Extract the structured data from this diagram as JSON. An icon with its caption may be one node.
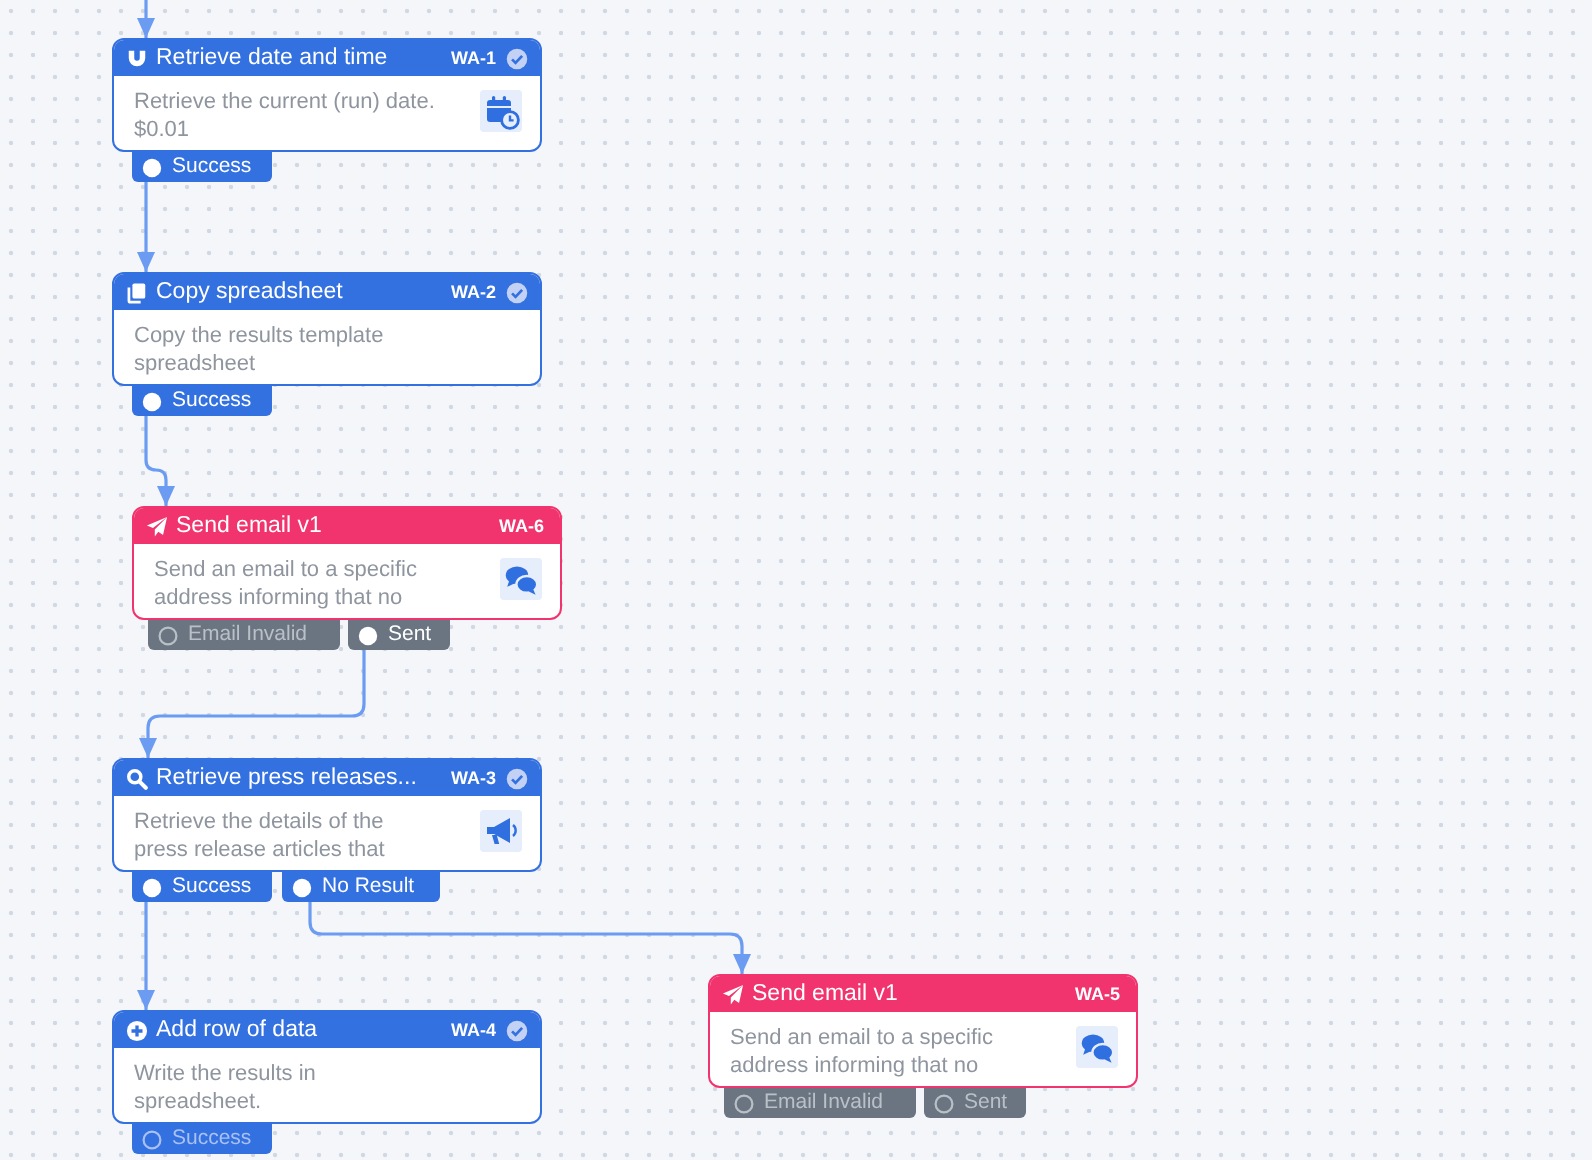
{
  "diagram": {
    "nodes": [
      {
        "text": [
          "Retrieve date and time",
          "WA-1",
          "Retrieve the current (run) date.",
          "$0.01"
        ]
      },
      {
        "text": [
          "Success"
        ]
      },
      {
        "text": [
          "Copy spreadsheet",
          "WA-2",
          "Copy the results template spreadsheet"
        ]
      },
      {
        "text": [
          "Success"
        ]
      },
      {
        "text": [
          "Send email v1",
          "WA-6",
          "Send an email to a specific address informing that no"
        ]
      },
      {
        "text": [
          "Email Invalid"
        ]
      },
      {
        "text": [
          "Sent"
        ]
      },
      {
        "text": [
          "Retrieve press releases...",
          "WA-3",
          "Retrieve the details of the press release articles that"
        ]
      },
      {
        "text": [
          "Success"
        ]
      },
      {
        "text": [
          "No Result"
        ]
      },
      {
        "text": [
          "Send email v1",
          "WA-5",
          "Send an email to a specific address informing that no"
        ]
      },
      {
        "text": [
          "Email Invalid"
        ]
      },
      {
        "text": [
          "Sent"
        ]
      },
      {
        "text": [
          "Add row of data",
          "WA-4",
          "Write the results in spreadsheet."
        ]
      },
      {
        "text": [
          "Success"
        ]
      }
    ],
    "edges": [
      {
        "from": null,
        "to": 0,
        "arrow": "to"
      },
      {
        "from": 1,
        "to": 2,
        "arrow": "to"
      },
      {
        "from": 3,
        "to": 4,
        "arrow": "to"
      },
      {
        "from": 6,
        "to": 7,
        "arrow": "to"
      },
      {
        "from": 8,
        "to": 13,
        "arrow": "to"
      },
      {
        "from": 9,
        "to": 10,
        "arrow": "to"
      }
    ]
  }
}
